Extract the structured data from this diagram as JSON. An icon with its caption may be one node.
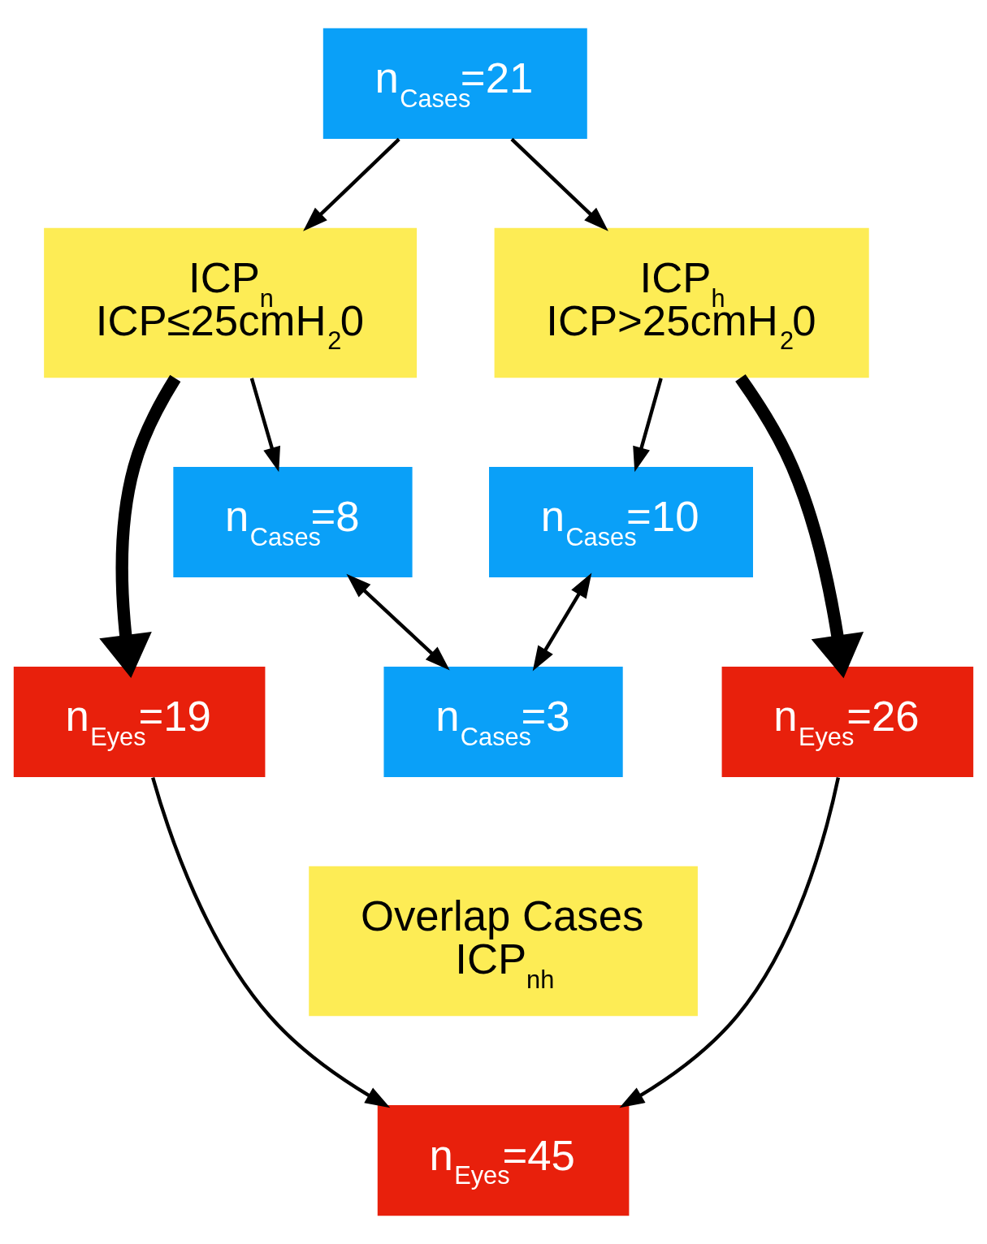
{
  "diagram": {
    "nodes": [
      {
        "text": [
          "n$_{Cases}$=21"
        ]
      },
      {
        "text": [
          "ICP$_{n}$",
          "ICP≤25cmH$_{2}$0"
        ]
      },
      {
        "text": [
          "ICP$_{h}$",
          "ICP>25cmH$_{2}$0"
        ]
      },
      {
        "text": [
          "n$_{Cases}$=8"
        ]
      },
      {
        "text": [
          "n$_{Cases}$=10"
        ]
      },
      {
        "text": [
          "n$_{Cases}$=3"
        ]
      },
      {
        "text": [
          "Overlap Cases",
          "ICP$_{nh}$"
        ]
      },
      {
        "text": [
          "n$_{Eyes}$=19"
        ]
      },
      {
        "text": [
          "n$_{Eyes}$=26"
        ]
      },
      {
        "text": [
          "n$_{Eyes}$=45"
        ]
      }
    ],
    "edges": [
      {
        "from": 0,
        "to": 1,
        "arrow": "to"
      },
      {
        "from": 0,
        "to": 2,
        "arrow": "to"
      },
      {
        "from": 1,
        "to": 3,
        "arrow": "to"
      },
      {
        "from": 2,
        "to": 4,
        "arrow": "to"
      },
      {
        "from": 3,
        "to": 5,
        "arrow": "both"
      },
      {
        "from": 4,
        "to": 5,
        "arrow": "both"
      },
      {
        "from": 1,
        "to": 7,
        "arrow": "to",
        "style": "thick"
      },
      {
        "from": 2,
        "to": 8,
        "arrow": "to",
        "style": "thick"
      },
      {
        "from": 7,
        "to": 9,
        "arrow": "to"
      },
      {
        "from": 8,
        "to": 9,
        "arrow": "to"
      }
    ]
  }
}
